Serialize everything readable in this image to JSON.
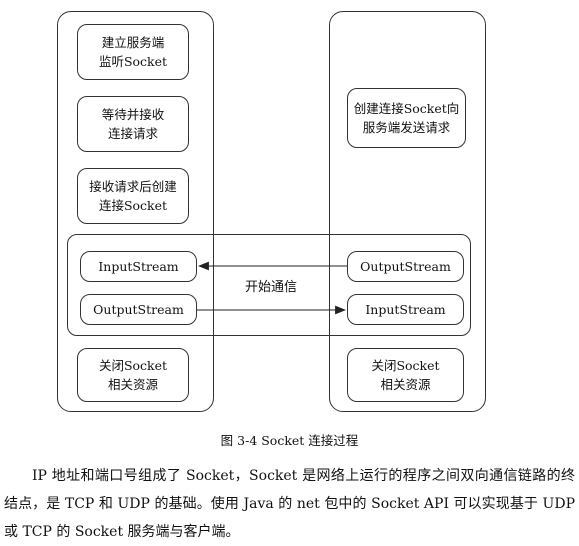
{
  "diagram": {
    "server_steps": [
      "建立服务端\n监听Socket",
      "等待并接收\n连接请求",
      "接收请求后创建\n连接Socket"
    ],
    "client_step": "创建连接Socket向\n服务端发送请求",
    "communication_label": "开始通信",
    "server_streams": [
      "InputStream",
      "OutputStream"
    ],
    "client_streams": [
      "OutputStream",
      "InputStream"
    ],
    "server_close": "关闭Socket\n相关资源",
    "client_close": "关闭Socket\n相关资源"
  },
  "figure": {
    "caption": "图 3-4    Socket 连接过程"
  },
  "body_text": {
    "paragraph": "IP 地址和端口号组成了 Socket，Socket 是网络上运行的程序之间双向通信链路的终结点，是 TCP 和 UDP 的基础。使用 Java 的 net 包中的 Socket API 可以实现基于 UDP 或 TCP 的 Socket 服务端与客户端。"
  }
}
